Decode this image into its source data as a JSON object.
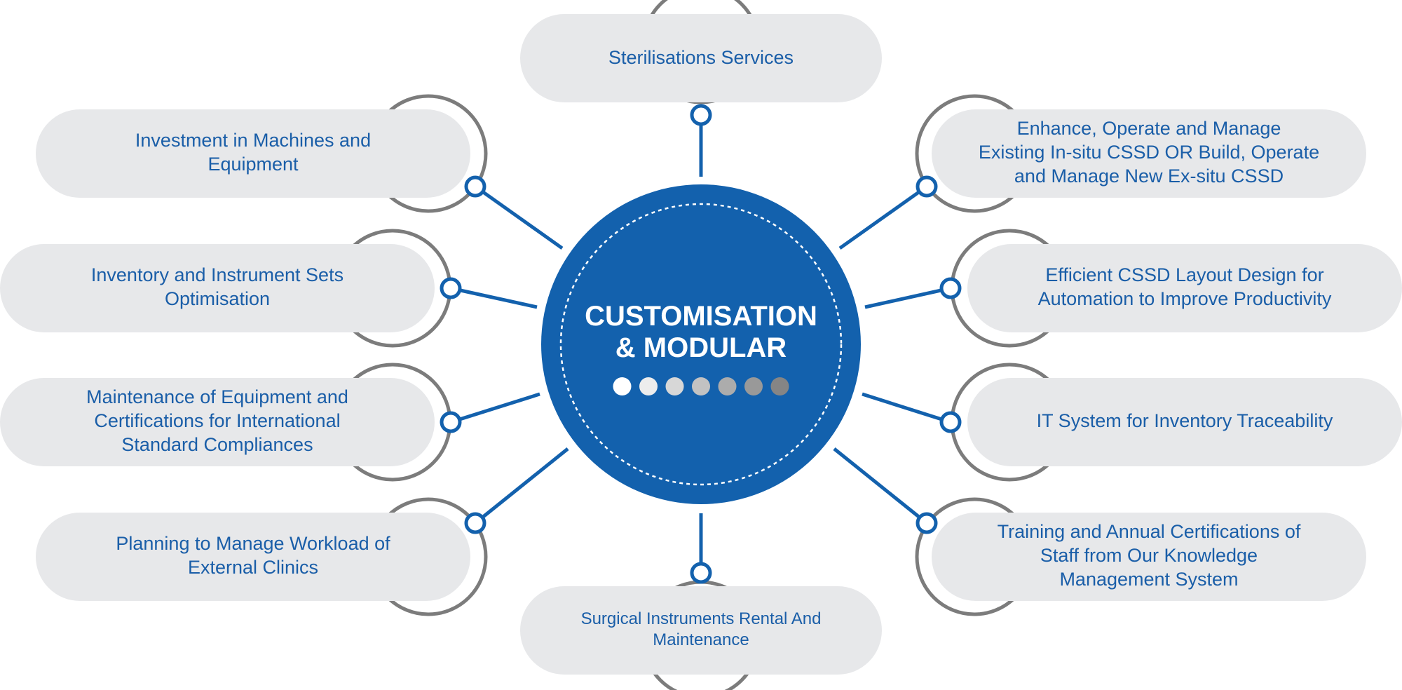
{
  "hub": {
    "title_lines": [
      "CUSTOMISATION",
      "& MODULAR"
    ],
    "dot_colors": [
      "#ffffff",
      "#ededed",
      "#d7d7d7",
      "#c2c2c2",
      "#acacac",
      "#999999",
      "#858585"
    ]
  },
  "colors": {
    "primary_blue": "#1361ad",
    "text_blue": "#1a5ea8",
    "pill_fill": "#e7e8ea",
    "ring_gray": "#7c7c7c"
  },
  "services": [
    {
      "id": "sterilisation-services",
      "lines": [
        "Sterilisations Services"
      ]
    },
    {
      "id": "operate-manage-cssd",
      "lines": [
        "Enhance, Operate and Manage",
        "Existing In-situ CSSD OR Build, Operate",
        "and Manage New Ex-situ CSSD"
      ]
    },
    {
      "id": "cssd-layout-design",
      "lines": [
        "Efficient CSSD Layout Design for",
        "Automation to Improve Productivity"
      ]
    },
    {
      "id": "it-system-traceability",
      "lines": [
        "IT System for Inventory Traceability"
      ]
    },
    {
      "id": "training-certifications",
      "lines": [
        "Training and Annual Certifications of",
        "Staff from Our Knowledge",
        "Management System"
      ]
    },
    {
      "id": "surgical-instruments-rental",
      "lines": [
        "Surgical Instruments Rental And",
        "Maintenance"
      ]
    },
    {
      "id": "planning-workload",
      "lines": [
        "Planning to Manage Workload of",
        "External Clinics"
      ]
    },
    {
      "id": "maintenance-certifications",
      "lines": [
        "Maintenance of Equipment and",
        "Certifications for International",
        "Standard Compliances"
      ]
    },
    {
      "id": "inventory-optimisation",
      "lines": [
        "Inventory and Instrument Sets",
        "Optimisation"
      ]
    },
    {
      "id": "investment-machines",
      "lines": [
        "Investment in Machines and",
        "Equipment"
      ]
    }
  ]
}
